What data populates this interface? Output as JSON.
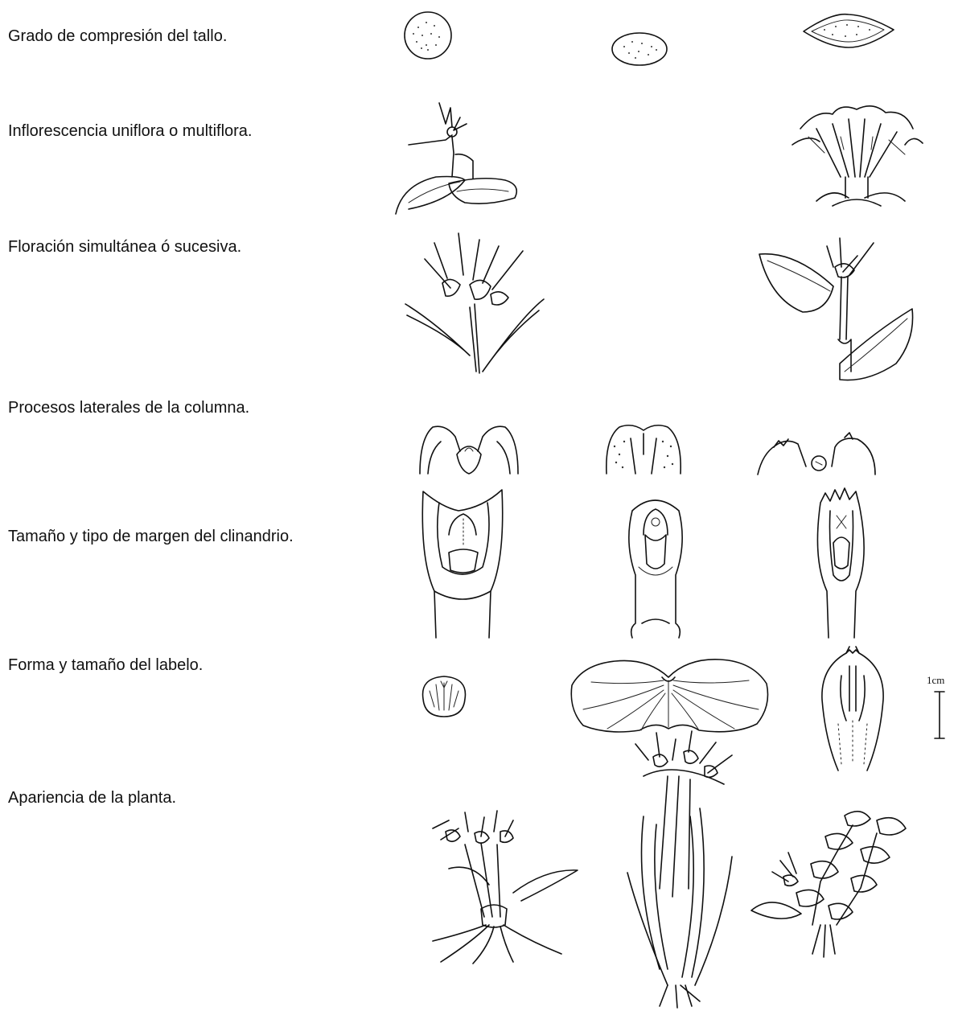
{
  "rows": [
    {
      "id": "stem",
      "label": "Grado de compresión del tallo."
    },
    {
      "id": "inflorescence",
      "label": "Inflorescencia uniflora o multiflora."
    },
    {
      "id": "flowering",
      "label": "Floración simultánea ó sucesiva."
    },
    {
      "id": "column",
      "label": "Procesos laterales de la columna."
    },
    {
      "id": "clinandrium",
      "label": "Tamaño y tipo de margen del clinandrio."
    },
    {
      "id": "labellum",
      "label": "Forma y tamaño del labelo."
    },
    {
      "id": "plant",
      "label": "Apariencia de la planta."
    }
  ],
  "scale_bar": {
    "label": "1cm"
  },
  "colors": {
    "ink": "#111111",
    "background": "#ffffff"
  }
}
